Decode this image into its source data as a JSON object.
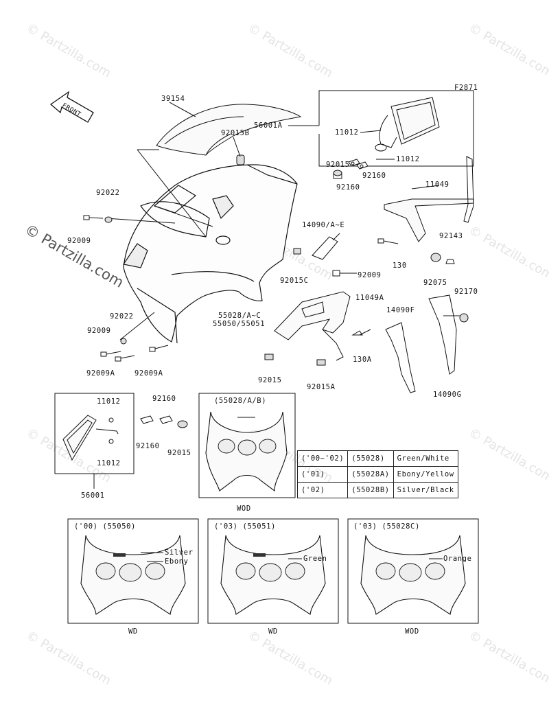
{
  "figure_code": "F2871",
  "front_label": "FRONT",
  "watermark": "© Partzilla.com",
  "labels": {
    "p39154": "39154",
    "p92015B": "92015B",
    "p56001A": "56001A",
    "p11012a": "11012",
    "p11012b": "11012",
    "p92022a": "92022",
    "p92009a": "92009",
    "p92015a": "92015",
    "p92160a": "92160",
    "p92160b": "92160",
    "p11049": "11049",
    "p14090AE": "14090/A~E",
    "p92143": "92143",
    "p130": "130",
    "p92015C": "92015C",
    "p92009b": "92009",
    "p92075": "92075",
    "p11049A": "11049A",
    "p92170": "92170",
    "p55028AC": "55028/A~C",
    "p55050": "55050/55051",
    "p92022b": "92022",
    "p92009c": "92009",
    "p92009A1": "92009A",
    "p92009A2": "92009A",
    "p14090F": "14090F",
    "p130A": "130A",
    "p92015b2": "92015",
    "p92015A": "92015A",
    "p14090G": "14090G",
    "p11012c": "11012",
    "p11012d": "11012",
    "p92160c": "92160",
    "p92160d": "92160",
    "p92015c3": "92015",
    "p56001": "56001"
  },
  "variants": {
    "wod_box": {
      "title": "(55028/A/B)",
      "caption": "WOD"
    },
    "box00": {
      "title": "('00) (55050)",
      "colors": [
        "Silver",
        "Ebony"
      ],
      "caption": "WD"
    },
    "box03a": {
      "title": "('03) (55051)",
      "colors": [
        "Green"
      ],
      "caption": "WD"
    },
    "box03b": {
      "title": "('03) (55028C)",
      "colors": [
        "Orange"
      ],
      "caption": "WOD"
    }
  },
  "color_table": [
    {
      "year": "('00~'02)",
      "part": "(55028)",
      "color": "Green/White"
    },
    {
      "year": "('01)",
      "part": "(55028A)",
      "color": "Ebony/Yellow"
    },
    {
      "year": "('02)",
      "part": "(55028B)",
      "color": "Silver/Black"
    }
  ]
}
